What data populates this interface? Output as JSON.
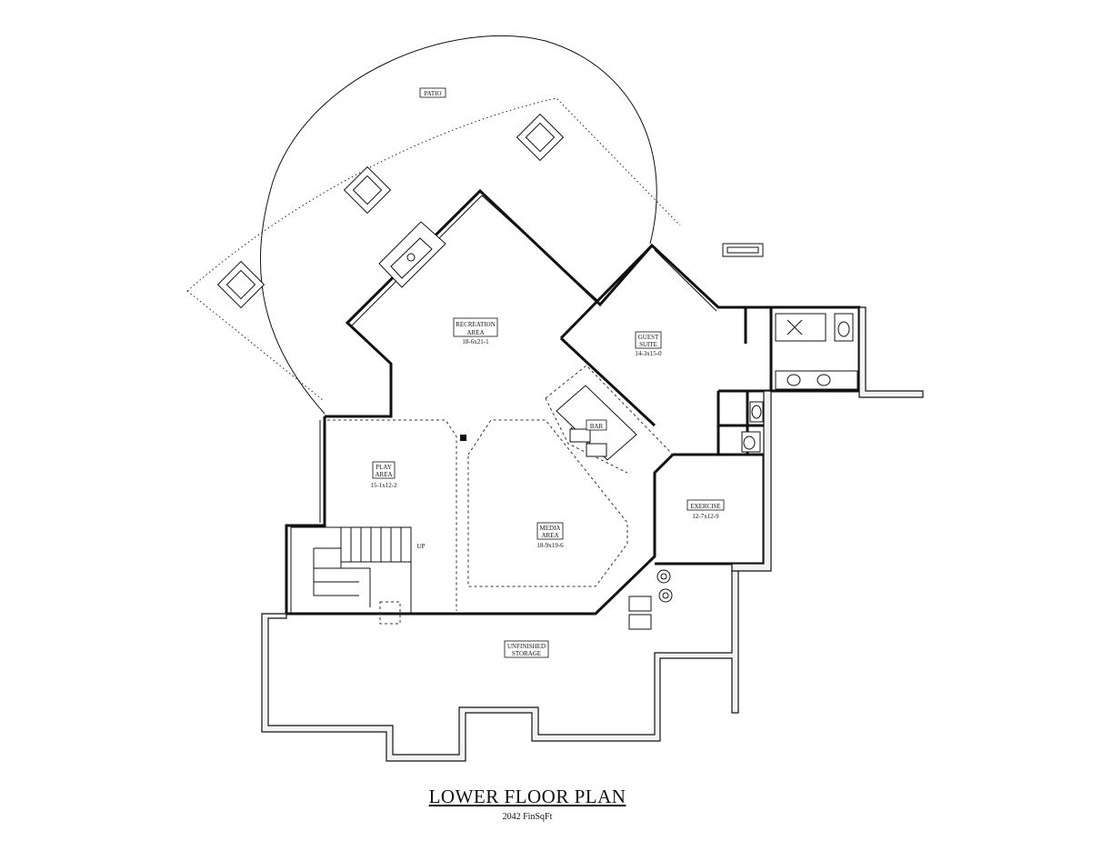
{
  "plan": {
    "title": "LOWER FLOOR PLAN",
    "area": "2042 FinSqFt"
  },
  "rooms": {
    "patio": {
      "name": "PATIO"
    },
    "recreation": {
      "name_line1": "RECREATION",
      "name_line2": "AREA",
      "dims": "18-6x21-1"
    },
    "guest_suite": {
      "name_line1": "GUEST",
      "name_line2": "SUITE",
      "dims": "14-3x15-0"
    },
    "bar": {
      "name": "BAR"
    },
    "play": {
      "name_line1": "PLAY",
      "name_line2": "AREA",
      "dims": "15-1x12-2"
    },
    "media": {
      "name_line1": "MEDIA",
      "name_line2": "AREA",
      "dims": "18-9x19-6"
    },
    "exercise": {
      "name": "EXERCISE",
      "dims": "12-7x12-9"
    },
    "storage": {
      "name_line1": "UNFINISHED",
      "name_line2": "STORAGE"
    }
  },
  "stairs": {
    "label": "UP"
  }
}
